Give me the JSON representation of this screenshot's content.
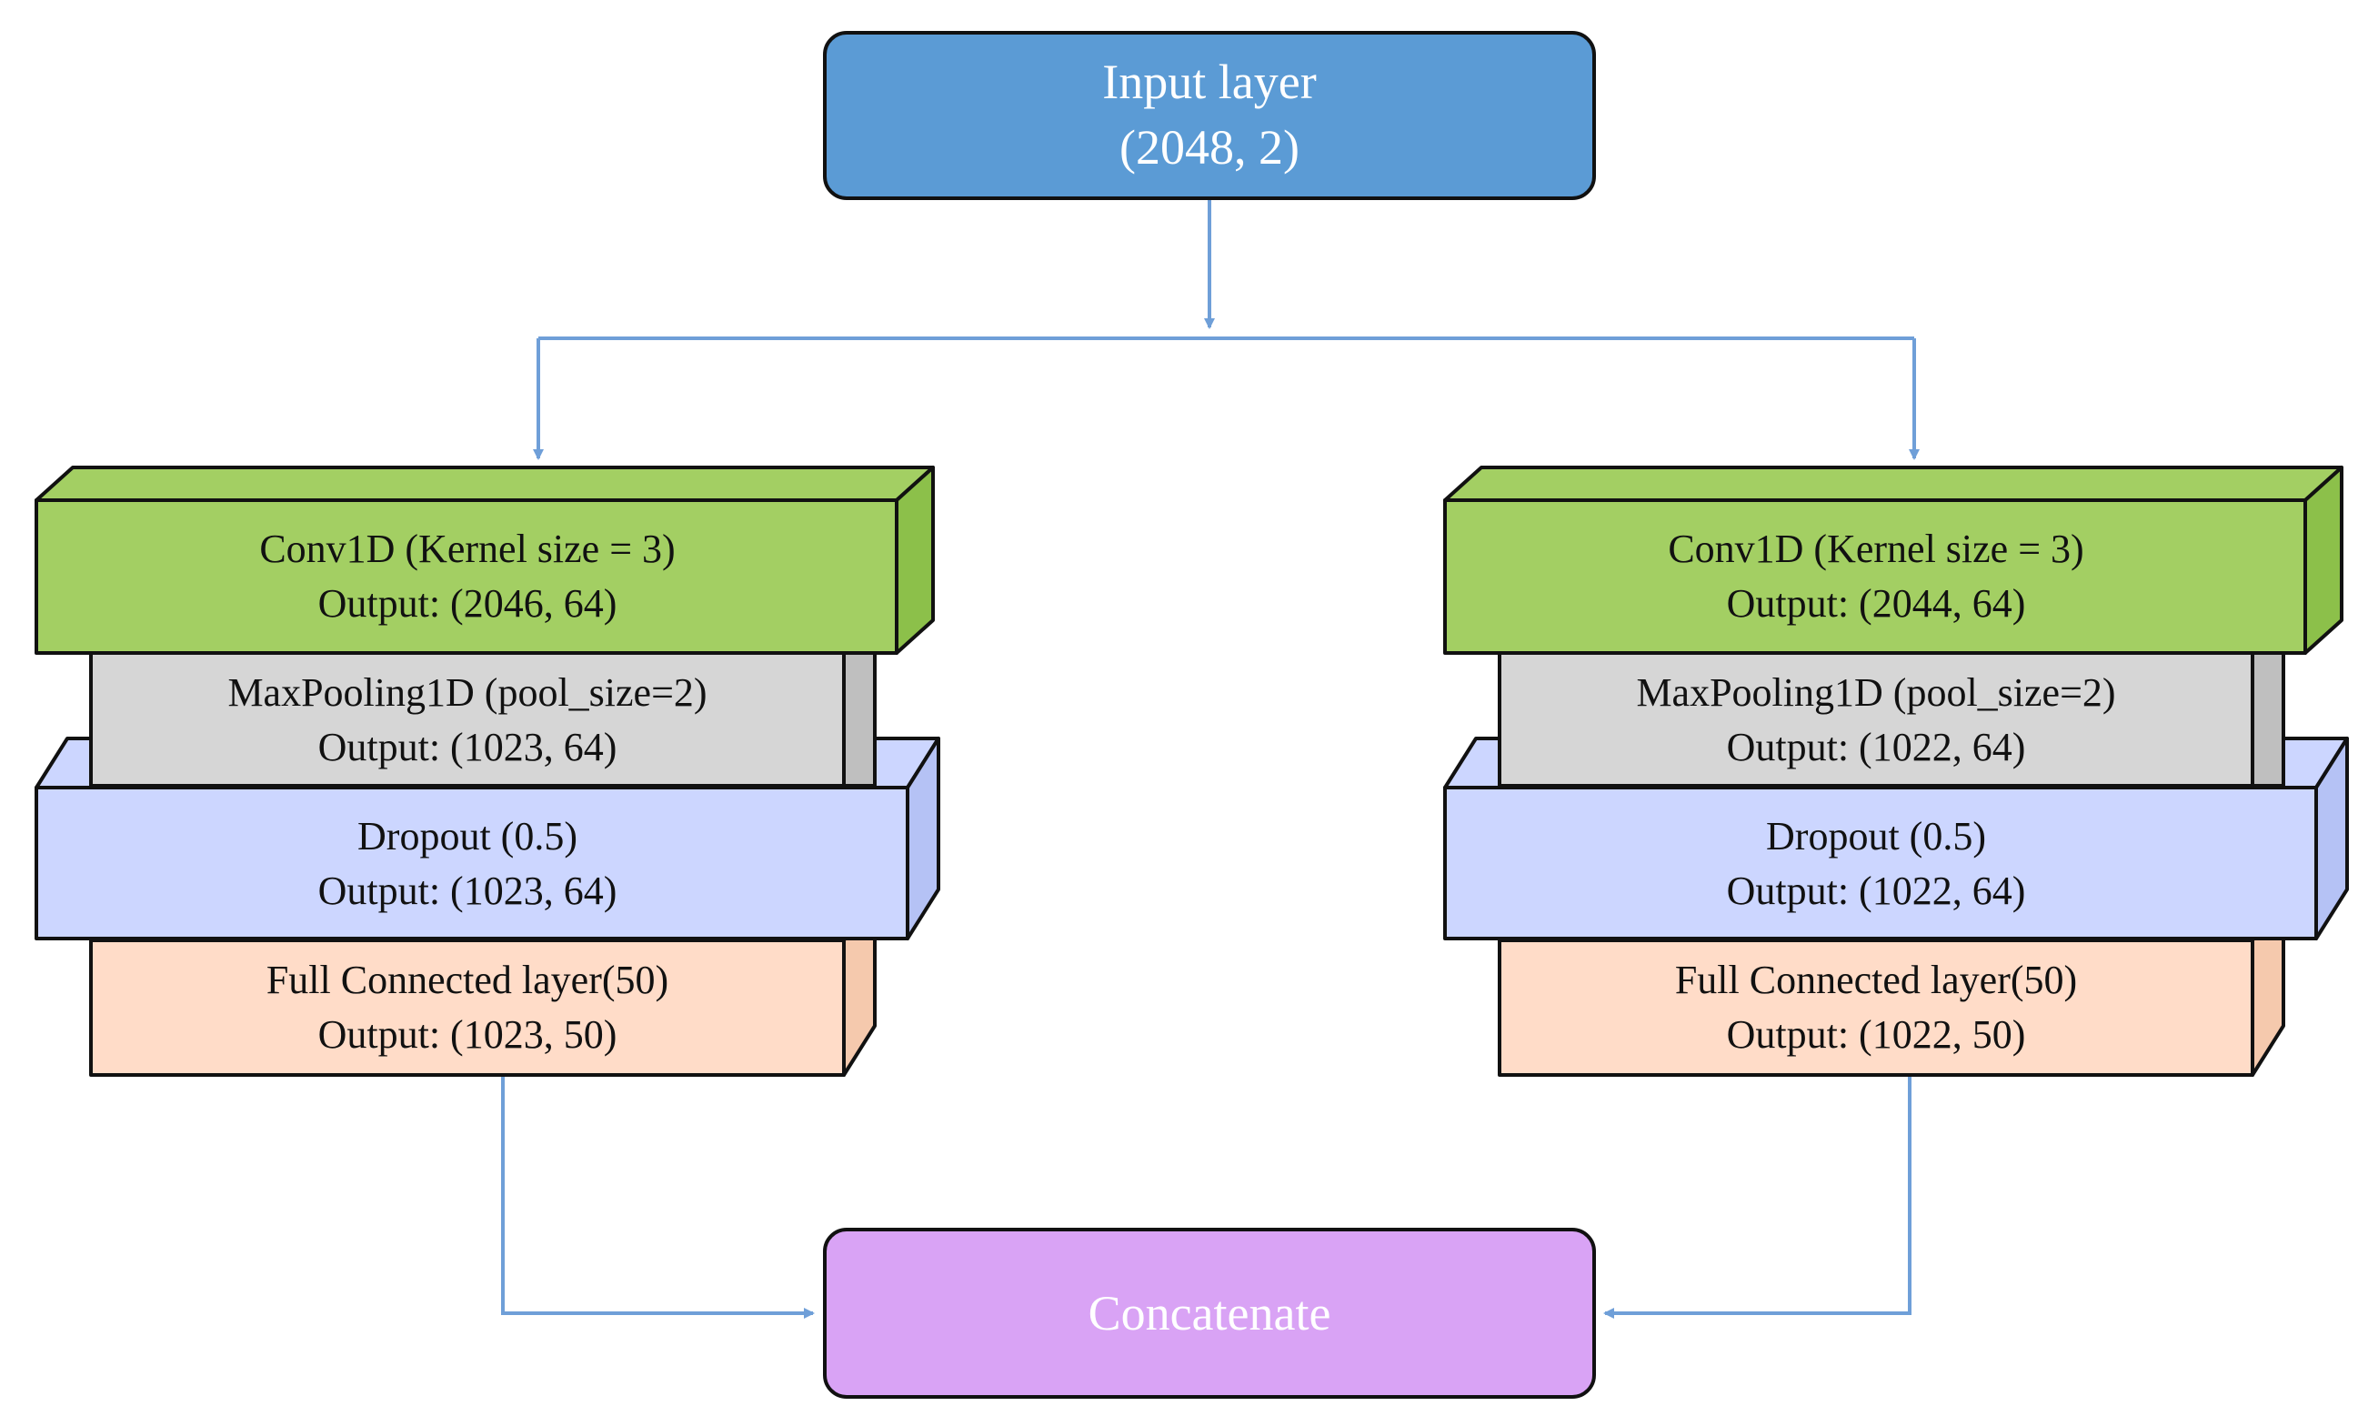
{
  "colors": {
    "input": "#5b9bd5",
    "conv": "#a3cf63",
    "conv_side": "#8cc04a",
    "pool": "#d6d6d6",
    "pool_side": "#bfbfbf",
    "dropout": "#ccd6ff",
    "dropout_side": "#b5c2f5",
    "dense": "#ffdcc8",
    "dense_side": "#f5c9ad",
    "concat": "#d9a3f5",
    "arrow": "#6f9fd8"
  },
  "input_layer": {
    "title": "Input layer",
    "shape": "(2048, 2)"
  },
  "branches": [
    {
      "conv": {
        "title": "Conv1D (Kernel size = 3)",
        "output": "Output: (2046, 64)"
      },
      "pool": {
        "title": "MaxPooling1D (pool_size=2)",
        "output": "Output: (1023, 64)"
      },
      "dropout": {
        "title": "Dropout (0.5)",
        "output": "Output: (1023, 64)"
      },
      "dense": {
        "title": "Full Connected layer(50)",
        "output": "Output: (1023, 50)"
      }
    },
    {
      "conv": {
        "title": "Conv1D (Kernel size = 3)",
        "output": "Output: (2044, 64)"
      },
      "pool": {
        "title": "MaxPooling1D (pool_size=2)",
        "output": "Output: (1022, 64)"
      },
      "dropout": {
        "title": "Dropout (0.5)",
        "output": "Output: (1022, 64)"
      },
      "dense": {
        "title": "Full Connected layer(50)",
        "output": "Output: (1022, 50)"
      }
    }
  ],
  "concatenate": {
    "title": "Concatenate"
  }
}
